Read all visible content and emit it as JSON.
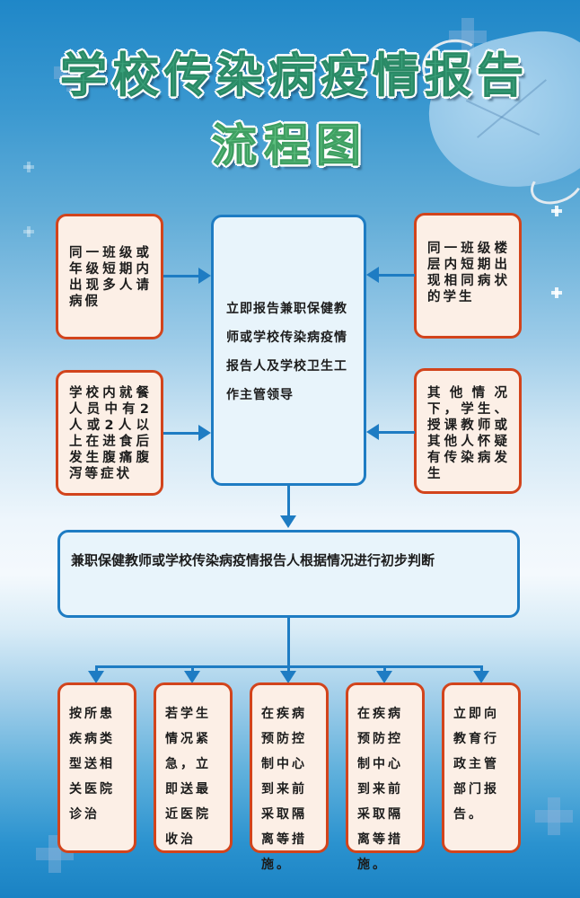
{
  "title": {
    "line1": "学校传染病疫情报告",
    "line2": "流程图"
  },
  "colors": {
    "orange_border": "#d2441c",
    "orange_fill": "#fcefe6",
    "blue_border": "#1e7cc3",
    "blue_fill": "#e8f4fb",
    "title_green": "#3aa07a",
    "background_top": "#1f87c8"
  },
  "triggers": {
    "top_left": "同一班级或年级短期内出现多人请病假",
    "top_right": "同一班级楼层内短期出现相同病状的学生",
    "bottom_left": "学校内就餐人员中有2人或2人以上在进食后发生腹痛腹泻等症状",
    "bottom_right": "其他情况下，学生、授课教师或其他人怀疑有传染病发生"
  },
  "center": {
    "text": "立即报告兼职保健教师或学校传染病疫情报告人及学校卫生工作主管领导"
  },
  "judgment": {
    "text": "兼职保健教师或学校传染病疫情报告人根据情况进行初步判断"
  },
  "actions": [
    {
      "text": "按所患疾病类型送相关医院诊治"
    },
    {
      "text": "若学生情况紧急，立即送最近医院收治"
    },
    {
      "text": "在疾病预防控制中心到来前采取隔离等措施。"
    },
    {
      "text": "在疾病预防控制中心到来前采取隔离等措施。"
    },
    {
      "text": "立即向教育行政主管部门报告。"
    }
  ],
  "icons": {
    "decor": [
      "medical-cross-icon",
      "face-mask-icon"
    ],
    "connectors": [
      "arrow-right-icon",
      "arrow-left-icon",
      "arrow-down-icon"
    ]
  }
}
